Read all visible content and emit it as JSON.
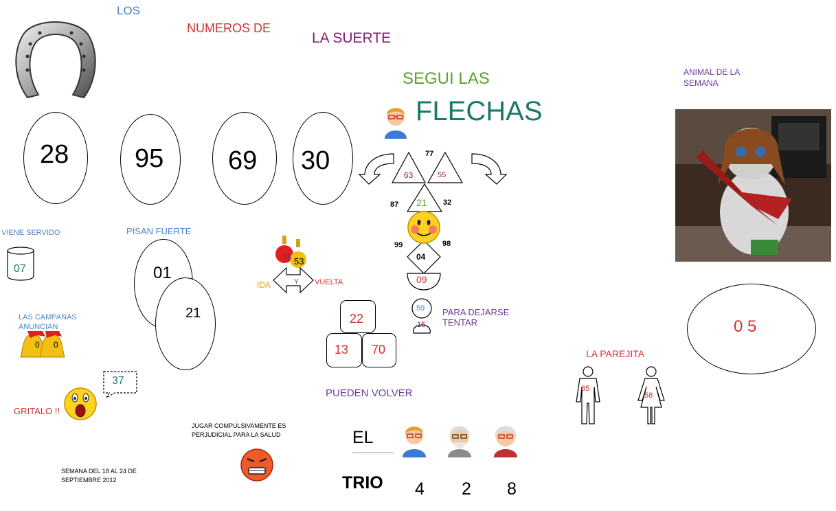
{
  "colors": {
    "blue": "#4a86c8",
    "red": "#d43030",
    "purple": "#8b1a6b",
    "green": "#5aa02c",
    "teal": "#1a7a6a",
    "violet": "#6a3a9a",
    "orange": "#e0a020",
    "dark": "#000000"
  },
  "title": {
    "los": "LOS",
    "numeros": "NUMEROS  DE",
    "la_suerte": "LA  SUERTE",
    "segui": "SEGUI LAS",
    "flechas": "FLECHAS"
  },
  "main_numbers": [
    "28",
    "95",
    "69",
    "30"
  ],
  "arrows_puzzle": {
    "top": "77",
    "tri_left": "63",
    "tri_right": "55",
    "left": "87",
    "center": "21",
    "right": "32",
    "diamond_left": "99",
    "diamond_right": "98",
    "diamond": "04",
    "bottom": "09"
  },
  "animal": {
    "label": "ANIMAL DE LA SEMANA",
    "number": "0 5"
  },
  "viene_servido": {
    "label": "VIENE SERVIDO",
    "number": "07"
  },
  "pisan_fuerte": {
    "label": "PISAN FUERTE",
    "first": "01",
    "second": "21"
  },
  "ida_vuelta": {
    "ball1": "35",
    "ball2": "53",
    "ida": "IDA",
    "y": "Y",
    "vuelta": "VUELTA"
  },
  "campanas": {
    "label": "LAS CAMPANAS ANUNCIAN",
    "bell1": "0",
    "bell2": "0"
  },
  "gritalo": {
    "label": "GRITALO !!",
    "bubble": "37"
  },
  "pyramid": [
    "22",
    "13",
    "70"
  ],
  "dejarse_tentar": {
    "top": "59",
    "bottom": "15",
    "label": "PARA DEJARSE TENTAR"
  },
  "pueden_volver": "PUEDEN VOLVER",
  "trio": {
    "el": "EL",
    "trio": "TRIO",
    "numbers": [
      "4",
      "2",
      "8"
    ]
  },
  "parejita": {
    "label": "LA PAREJITA",
    "male": "85",
    "female": "58"
  },
  "warning": "JUGAR COMPULSIVAMENTE ES PERJUDICIAL PARA LA SALUD",
  "week": "SEMANA DEL 18  AL 24 DE SEPTIEMBRE  2012"
}
